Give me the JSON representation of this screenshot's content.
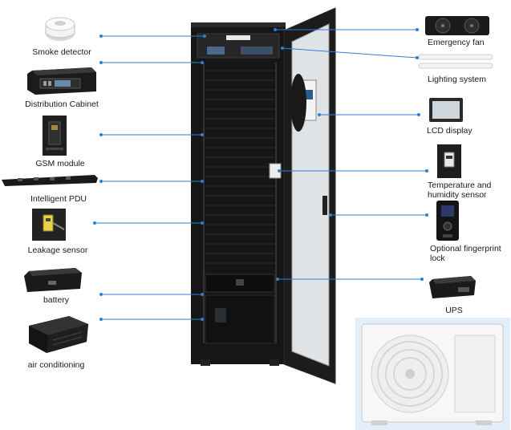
{
  "left_components": [
    {
      "label": "Smoke detector",
      "icon": "smoke-detector-icon"
    },
    {
      "label": "Distribution Cabinet",
      "icon": "distribution-cabinet-icon"
    },
    {
      "label": "GSM module",
      "icon": "gsm-module-icon"
    },
    {
      "label": "Intelligent PDU",
      "icon": "pdu-icon"
    },
    {
      "label": "Leakage sensor",
      "icon": "leakage-sensor-icon"
    },
    {
      "label": "battery",
      "icon": "battery-icon"
    },
    {
      "label": "air conditioning",
      "icon": "air-conditioning-icon"
    }
  ],
  "right_components": [
    {
      "label": "Emergency fan",
      "icon": "fan-icon"
    },
    {
      "label": "Lighting system",
      "icon": "lighting-tube-icon"
    },
    {
      "label": "LCD display",
      "icon": "lcd-display-icon"
    },
    {
      "label": "Temperature and humidity sensor",
      "icon": "temperature-humidity-sensor-icon"
    },
    {
      "label": "Optional fingerprint lock",
      "icon": "fingerprint-lock-icon"
    },
    {
      "label": "UPS",
      "icon": "ups-icon"
    }
  ],
  "colors": {
    "leader_line": "#2f7fd0",
    "cabinet": "#151515",
    "label_text": "#1a1a1a"
  }
}
